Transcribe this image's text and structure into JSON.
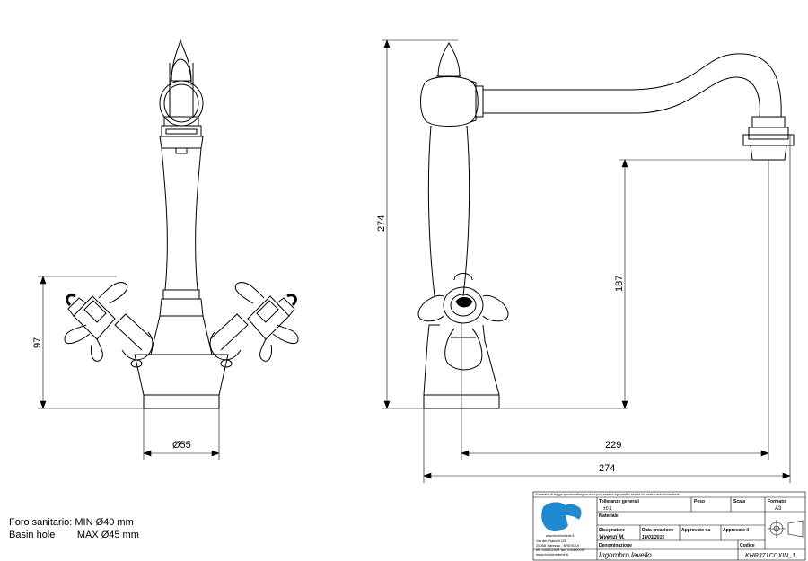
{
  "dimensions": {
    "front_height": "97",
    "front_base_width": "Ø55",
    "side_total_height": "274",
    "side_spout_height": "187",
    "side_reach_spout": "229",
    "side_total_width": "274"
  },
  "notes": {
    "line1": "Foro sanitario: MIN Ø40 mm",
    "line2": "Basin hole        MAX Ø45 mm"
  },
  "title_block": {
    "warning": "A termini di legge questo disegno non può essere riprodotto senza la nostra autorizzazione",
    "tolleranze_label": "Tolleranze generali",
    "tolleranze_value": "±0,1",
    "peso_label": "Peso",
    "scala_label": "Scala",
    "formato_label": "Formato",
    "formato_value": "A3",
    "materiale_label": "Materiale",
    "company_site": "www.ibrubinetterie.it",
    "address1": "Via dei Pianotti 1/5",
    "address2": "25068 Sarezzo - BRESCIA",
    "address3": "tel. 030802321 fax. 030800097",
    "address4": "www.ibrubinetterie.it",
    "disegnatore_label": "Disegnatore",
    "disegnatore_value": "Vivenzi M.",
    "data_label": "Data creazione",
    "data_value": "10/03/2015",
    "approvato_da_label": "Approvato da",
    "approvato_il_label": "Approvato il",
    "denominazione_label": "Denominazione",
    "denominazione_value": "Ingombro lavello",
    "codice_label": "Codice",
    "codice_value": "KHR371CCXIN_1"
  }
}
